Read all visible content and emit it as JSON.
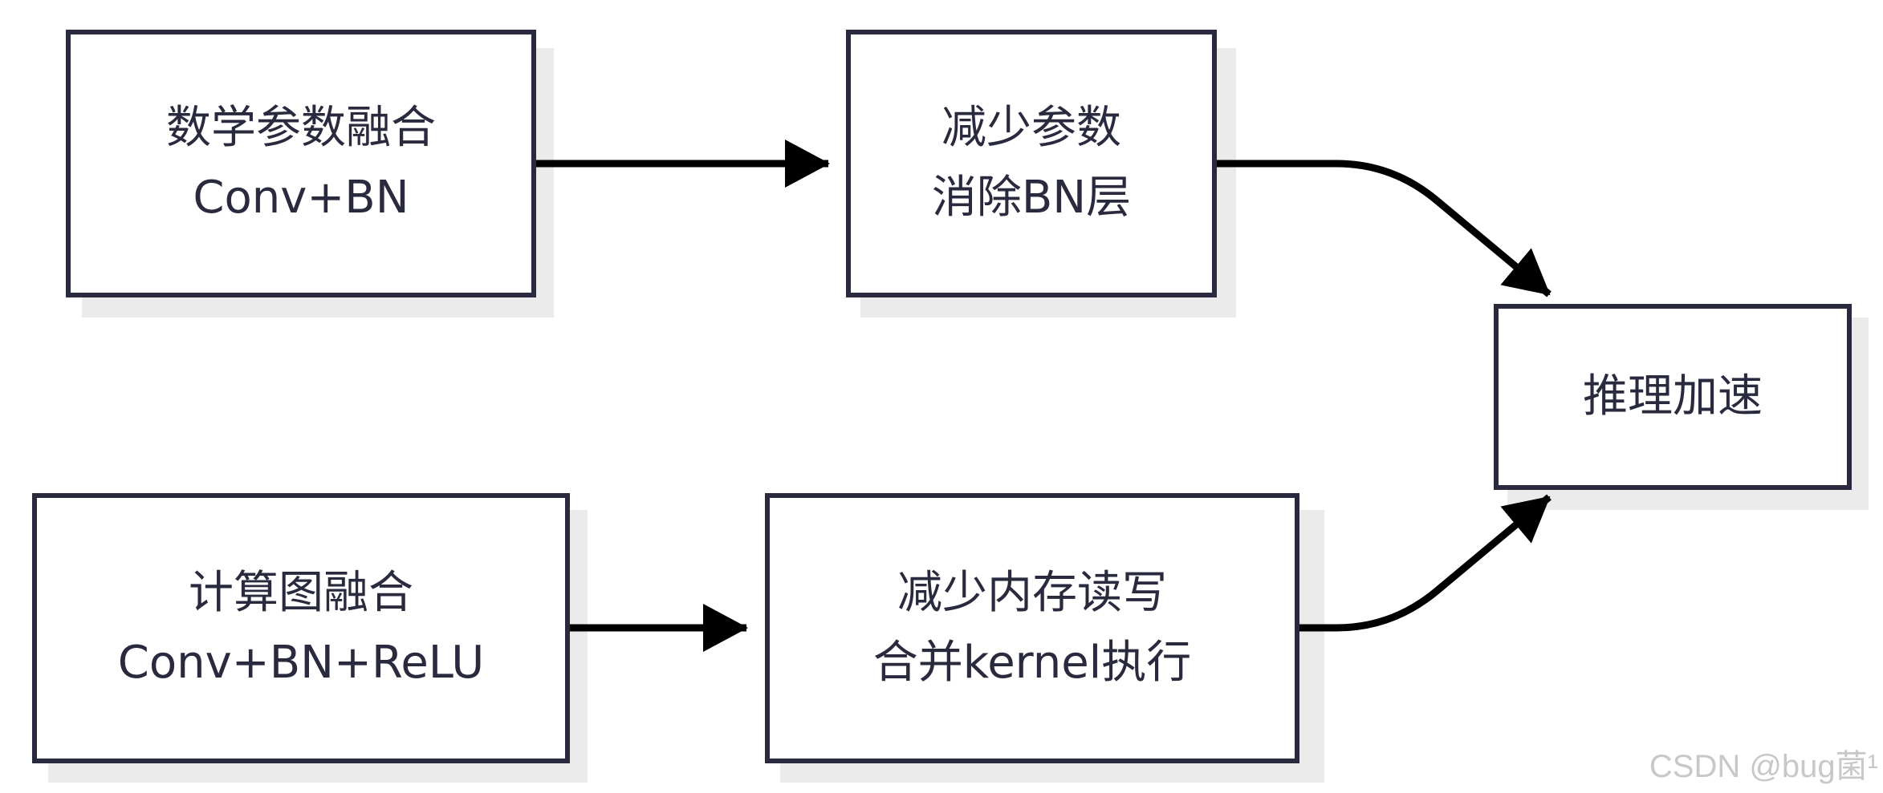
{
  "nodes": {
    "math_fusion": {
      "line1": "数学参数融合",
      "line2": "Conv+BN"
    },
    "reduce_params": {
      "line1": "减少参数",
      "line2": "消除BN层"
    },
    "inference_speedup": {
      "line1": "推理加速"
    },
    "graph_fusion": {
      "line1": "计算图融合",
      "line2": "Conv+BN+ReLU"
    },
    "reduce_memory": {
      "line1": "减少内存读写",
      "line2": "合并kernel执行"
    }
  },
  "watermark": "CSDN @bug菌¹",
  "colors": {
    "stroke": "#2a2a3f",
    "arrow": "#000000",
    "shadow": "#ebebeb",
    "watermark": "#c8c8c8"
  }
}
